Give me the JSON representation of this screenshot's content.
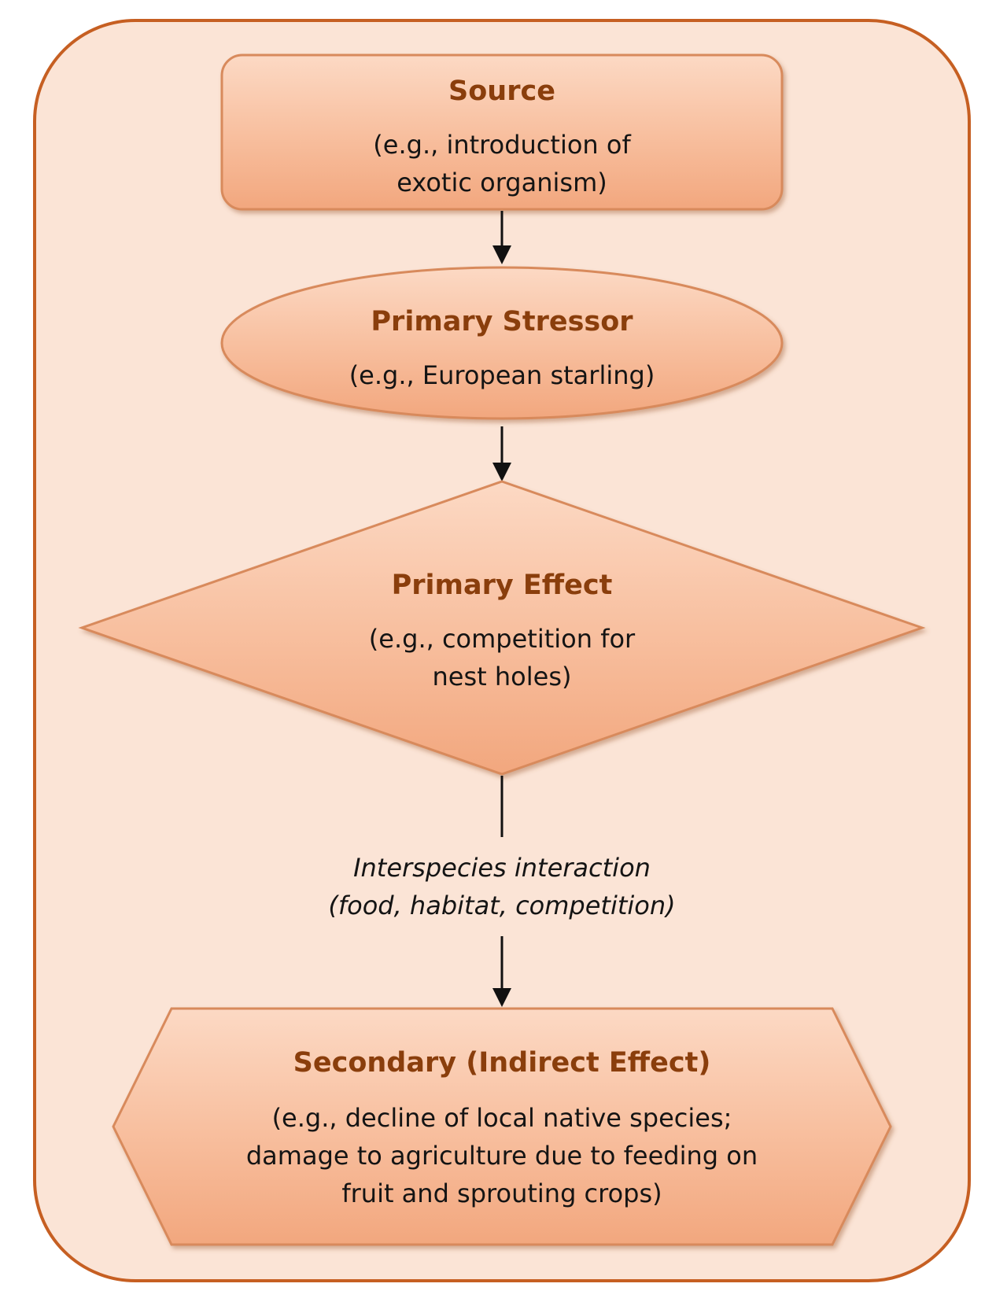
{
  "colors": {
    "frame_border": "#c65f22",
    "frame_fill": "#fbe4d6",
    "shape_fill_light": "#fad2bb",
    "shape_fill_dark": "#f0a47a",
    "shape_border": "#d88a5c",
    "title_text": "#8a3e0c",
    "arrow": "#111111"
  },
  "nodes": {
    "source": {
      "title": "Source",
      "line1": "(e.g., introduction of",
      "line2": "exotic organism)"
    },
    "primary_stressor": {
      "title": "Primary Stressor",
      "line1": "(e.g., European starling)"
    },
    "primary_effect": {
      "title": "Primary Effect",
      "line1": "(e.g., competition for",
      "line2": "nest holes)"
    },
    "secondary_effect": {
      "title": "Secondary (Indirect Effect)",
      "line1": "(e.g., decline of local native species;",
      "line2": "damage to agriculture due to feeding on",
      "line3": "fruit and sprouting crops)"
    }
  },
  "connector_label": {
    "line1": "Interspecies interaction",
    "line2": "(food, habitat, competition)"
  }
}
